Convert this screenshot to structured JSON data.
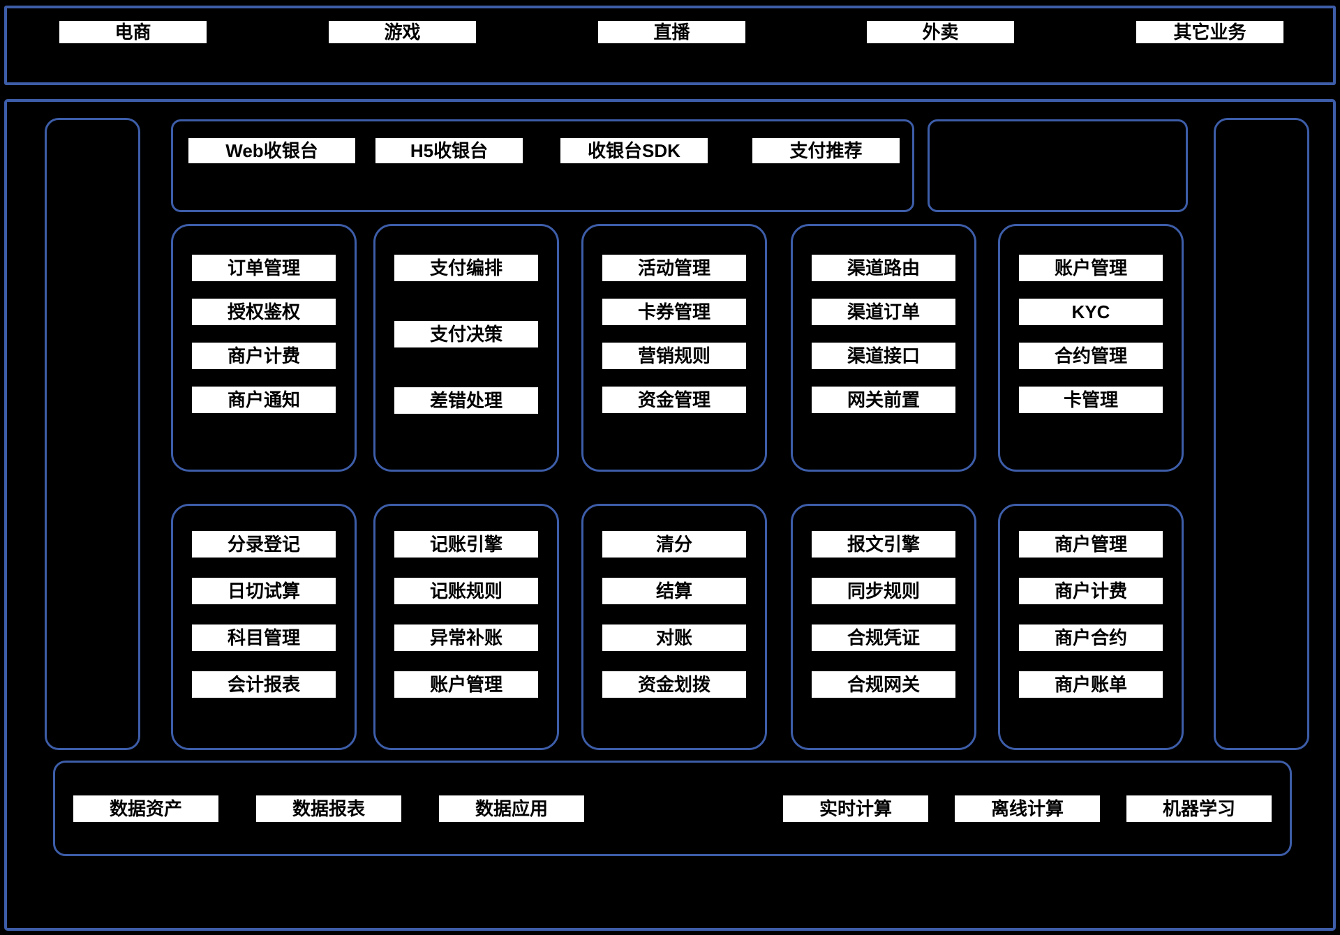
{
  "colors": {
    "background": "#000000",
    "border_blue": "#3d5da8",
    "box_bg": "#ffffff",
    "box_text": "#000000"
  },
  "business_bar": {
    "items": [
      "电商",
      "游戏",
      "直播",
      "外卖",
      "其它业务"
    ]
  },
  "checkout_bar": {
    "items": [
      "Web收银台",
      "H5收银台",
      "收银台SDK",
      "支付推荐"
    ]
  },
  "payment_core": {
    "groups": [
      {
        "items": [
          "订单管理",
          "授权鉴权",
          "商户计费",
          "商户通知"
        ]
      },
      {
        "items": [
          "支付编排",
          "支付决策",
          "差错处理"
        ]
      },
      {
        "items": [
          "活动管理",
          "卡券管理",
          "营销规则",
          "资金管理"
        ]
      },
      {
        "items": [
          "渠道路由",
          "渠道订单",
          "渠道接口",
          "网关前置"
        ]
      },
      {
        "items": [
          "账户管理",
          "KYC",
          "合约管理",
          "卡管理"
        ]
      }
    ]
  },
  "settlement_core": {
    "groups": [
      {
        "items": [
          "分录登记",
          "日切试算",
          "科目管理",
          "会计报表"
        ]
      },
      {
        "items": [
          "记账引擎",
          "记账规则",
          "异常补账",
          "账户管理"
        ]
      },
      {
        "items": [
          "清分",
          "结算",
          "对账",
          "资金划拨"
        ]
      },
      {
        "items": [
          "报文引擎",
          "同步规则",
          "合规凭证",
          "合规网关"
        ]
      },
      {
        "items": [
          "商户管理",
          "商户计费",
          "商户合约",
          "商户账单"
        ]
      }
    ]
  },
  "data_bar": {
    "left_items": [
      "数据资产",
      "数据报表",
      "数据应用"
    ],
    "right_items": [
      "实时计算",
      "离线计算",
      "机器学习"
    ]
  }
}
